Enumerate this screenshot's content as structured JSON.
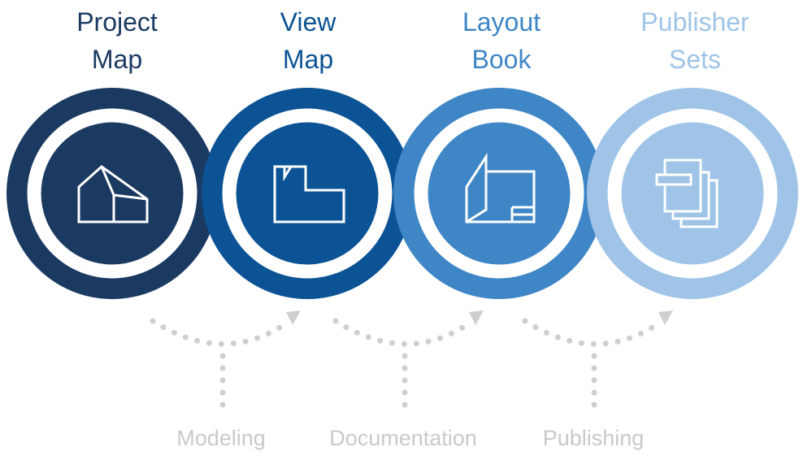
{
  "stages": [
    {
      "title_line1": "Project",
      "title_line2": "Map",
      "color": "#1b3a62",
      "icon": "house-icon"
    },
    {
      "title_line1": "View",
      "title_line2": "Map",
      "color": "#0b5394",
      "icon": "view-sheet-icon"
    },
    {
      "title_line1": "Layout",
      "title_line2": "Book",
      "color": "#3f86c6",
      "icon": "layout-book-icon"
    },
    {
      "title_line1": "Publisher",
      "title_line2": "Sets",
      "color": "#9fc4e7",
      "icon": "stacked-sheets-icon"
    }
  ],
  "phases": [
    {
      "label": "Modeling"
    },
    {
      "label": "Documentation"
    },
    {
      "label": "Publishing"
    }
  ],
  "connector_color": "#cfcfcf"
}
